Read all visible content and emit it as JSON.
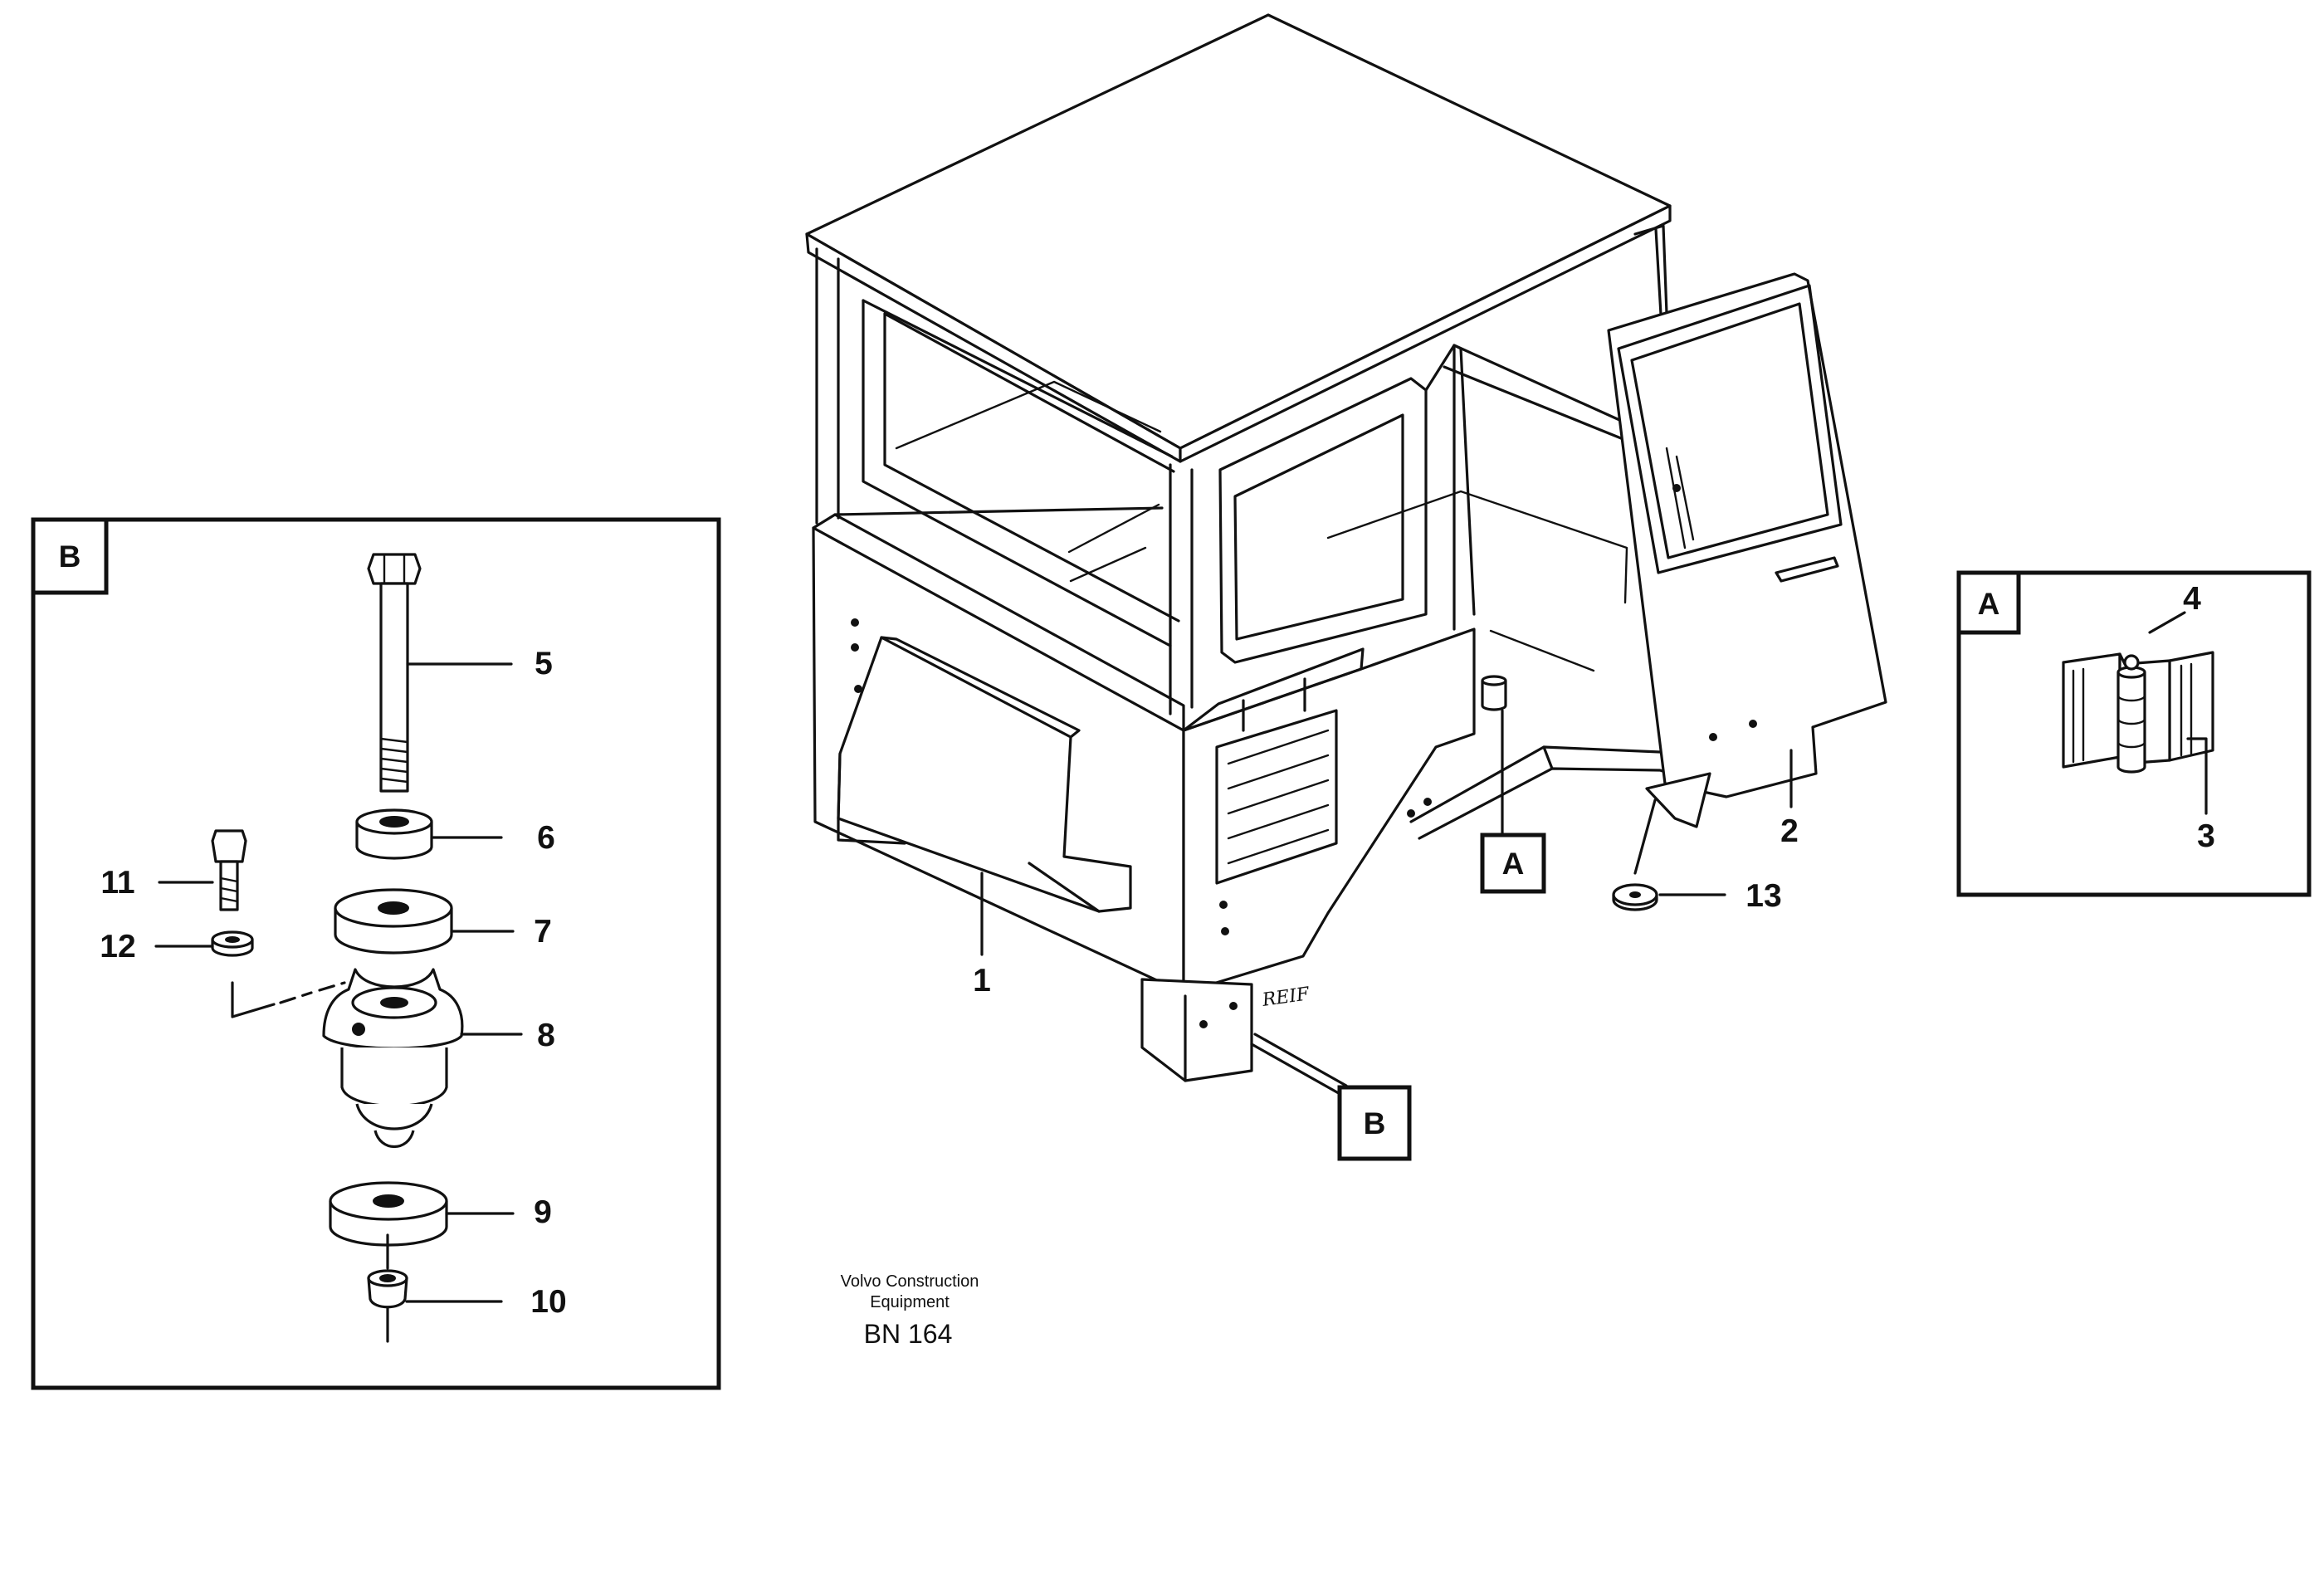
{
  "detail_b": {
    "tag": "B",
    "callouts": [
      "5",
      "6",
      "7",
      "8",
      "9",
      "10",
      "11",
      "12"
    ]
  },
  "detail_a": {
    "tag": "A",
    "callouts": [
      "4",
      "3"
    ]
  },
  "main_view": {
    "callouts": [
      "1",
      "2",
      "13"
    ],
    "ref_tags": [
      "A",
      "B"
    ],
    "signature": "REIF"
  },
  "footer": {
    "line1": "Volvo Construction",
    "line2": "Equipment",
    "code": "BN 164"
  }
}
